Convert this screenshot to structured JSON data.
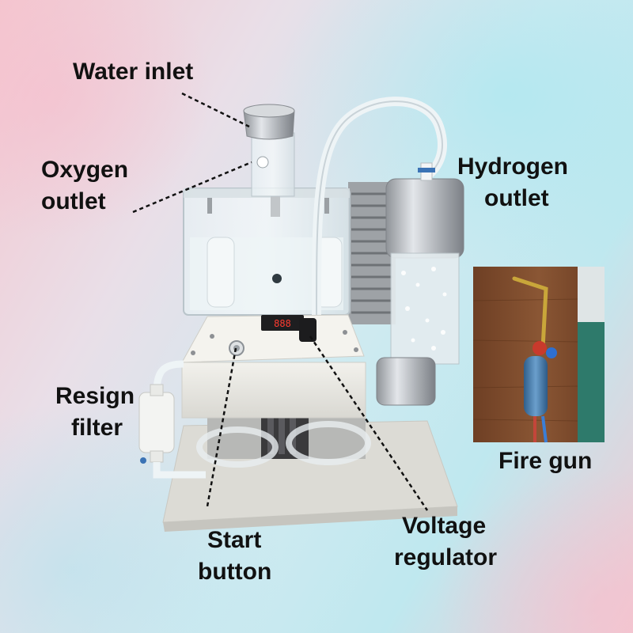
{
  "labels": {
    "water_inlet": "Water inlet",
    "oxygen_outlet_line1": "Oxygen",
    "oxygen_outlet_line2": "outlet",
    "hydrogen_outlet_line1": "Hydrogen",
    "hydrogen_outlet_line2": "outlet",
    "resign_filter_line1": "Resign",
    "resign_filter_line2": "filter",
    "start_button_line1": "Start",
    "start_button_line2": "button",
    "voltage_regulator_line1": "Voltage",
    "voltage_regulator_line2": "regulator",
    "fire_gun": "Fire gun"
  },
  "device": {
    "display_readout": "888"
  },
  "colors": {
    "label_text": "#111111",
    "leader_line": "#111111",
    "base_plate": "#ecebe6",
    "metal": "#b9bdc2",
    "wood_panel": "#7a4a2c",
    "torch_handle": "#4a7fb0"
  }
}
